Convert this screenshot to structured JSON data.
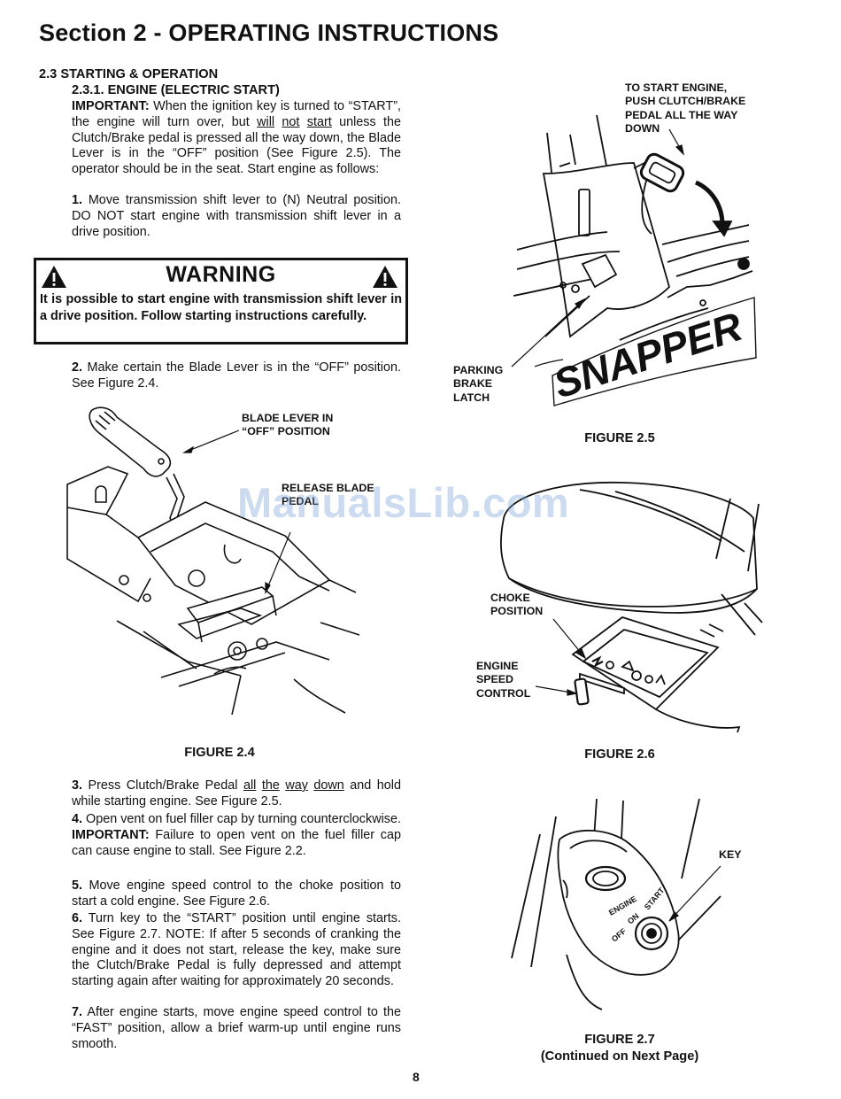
{
  "section_title": "Section 2 - OPERATING INSTRUCTIONS",
  "heading_2_3": "2.3  STARTING & OPERATION",
  "heading_2_3_1": "2.3.1.  ENGINE (ELECTRIC START)",
  "important_para": {
    "label": "IMPORTANT:",
    "t1": " When the ignition key is turned to “START”, the engine will turn over, but ",
    "u1": "will",
    "u2": "not",
    "u3": "start",
    "t2": " unless the Clutch/Brake pedal is pressed all the way down, the Blade Lever is in the “OFF” position (See Figure 2.5). The operator should be in the seat. Start engine as follows:"
  },
  "step1": {
    "num": "1.",
    "text": " Move transmission shift lever to (N) Neutral position. DO NOT start engine with transmission shift lever in a drive position."
  },
  "warning": {
    "title": "WARNING",
    "text": "It is possible to start engine with transmission shift lever in a drive position. Follow starting instructions carefully."
  },
  "step2": {
    "num": "2.",
    "text": " Make certain the Blade Lever is in the “OFF” position. See Figure 2.4."
  },
  "step3": {
    "num": "3.",
    "t1": " Press Clutch/Brake Pedal ",
    "u1": "all",
    "u2": "the",
    "u3": "way",
    "u4": "down",
    "t2": " and hold while starting engine. See Figure 2.5."
  },
  "step4": {
    "num": "4.",
    "t1": " Open vent on fuel filler cap by turning counterclockwise. ",
    "label": "IMPORTANT:",
    "t2": " Failure to open vent on the fuel filler cap can cause engine to stall. See Figure 2.2."
  },
  "step5": {
    "num": "5.",
    "text": " Move engine speed control to the choke position to start a cold engine. See Figure 2.6."
  },
  "step6": {
    "num": "6.",
    "text": " Turn key to the “START” position until engine starts. See Figure 2.7. NOTE:  If after 5 seconds of cranking the engine and it does not start, release the key, make sure the Clutch/Brake Pedal is fully depressed and attempt starting again after waiting for approximately 20 seconds."
  },
  "step7": {
    "num": "7.",
    "text": " After engine starts, move engine speed control to the “FAST” position, allow a brief warm-up until engine runs smooth."
  },
  "fig24": {
    "caption": "FIGURE 2.4",
    "callout_blade_1": "BLADE LEVER IN",
    "callout_blade_2": "“OFF” POSITION",
    "callout_release_1": "RELEASE BLADE",
    "callout_release_2": "PEDAL"
  },
  "fig25": {
    "caption": "FIGURE 2.5",
    "callout_start_1": "TO START ENGINE,",
    "callout_start_2": "PUSH CLUTCH/BRAKE",
    "callout_start_3": "PEDAL ALL THE WAY",
    "callout_start_4": "DOWN",
    "callout_latch_1": "PARKING",
    "callout_latch_2": "BRAKE",
    "callout_latch_3": "LATCH",
    "brand": "SNAPPER"
  },
  "fig26": {
    "caption": "FIGURE 2.6",
    "callout_choke_1": "CHOKE",
    "callout_choke_2": "POSITION",
    "callout_speed_1": "ENGINE",
    "callout_speed_2": "SPEED",
    "callout_speed_3": "CONTROL"
  },
  "fig27": {
    "caption": "FIGURE 2.7",
    "continued": "(Continued on Next Page)",
    "callout_key": "KEY",
    "label_engine": "ENGINE",
    "label_off": "OFF",
    "label_on": "ON",
    "label_start": "START"
  },
  "watermark": "ManualsLib.com",
  "page_number": "8"
}
